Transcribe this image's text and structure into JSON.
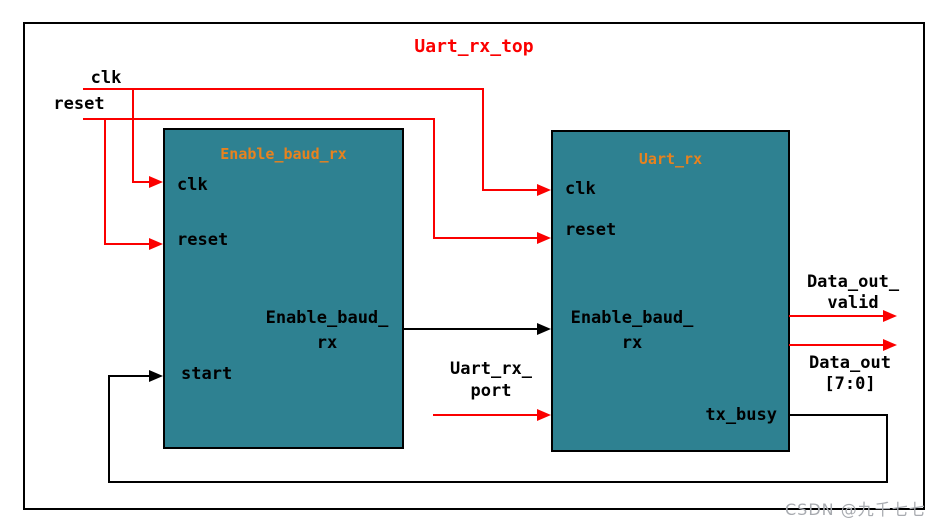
{
  "title": "Uart_rx_top",
  "watermark": "CSDN @九千七七",
  "colors": {
    "module_fill": "#2e8191",
    "module_title": "#e8821e",
    "signal_wire": "#fb0000",
    "data_wire": "#000000",
    "top_title": "#fb0000",
    "watermark": "#a8abb0"
  },
  "top_signals": {
    "clk": "clk",
    "reset": "reset"
  },
  "blocks": {
    "enable_baud": {
      "title": "Enable_baud_rx",
      "ports": {
        "clk": "clk",
        "reset": "reset",
        "start": "start",
        "enable_out": [
          "Enable_baud_",
          "rx"
        ]
      }
    },
    "uart_rx": {
      "title": "Uart_rx",
      "ports": {
        "clk": "clk",
        "reset": "reset",
        "enable_in": [
          "Enable_baud_",
          "rx"
        ],
        "tx_busy": "tx_busy"
      }
    }
  },
  "external_signals": {
    "uart_rx_port": [
      "Uart_rx_",
      "port"
    ],
    "data_out_valid": [
      "Data_out_",
      "valid"
    ],
    "data_out": [
      "Data_out",
      "[7:0]"
    ]
  }
}
